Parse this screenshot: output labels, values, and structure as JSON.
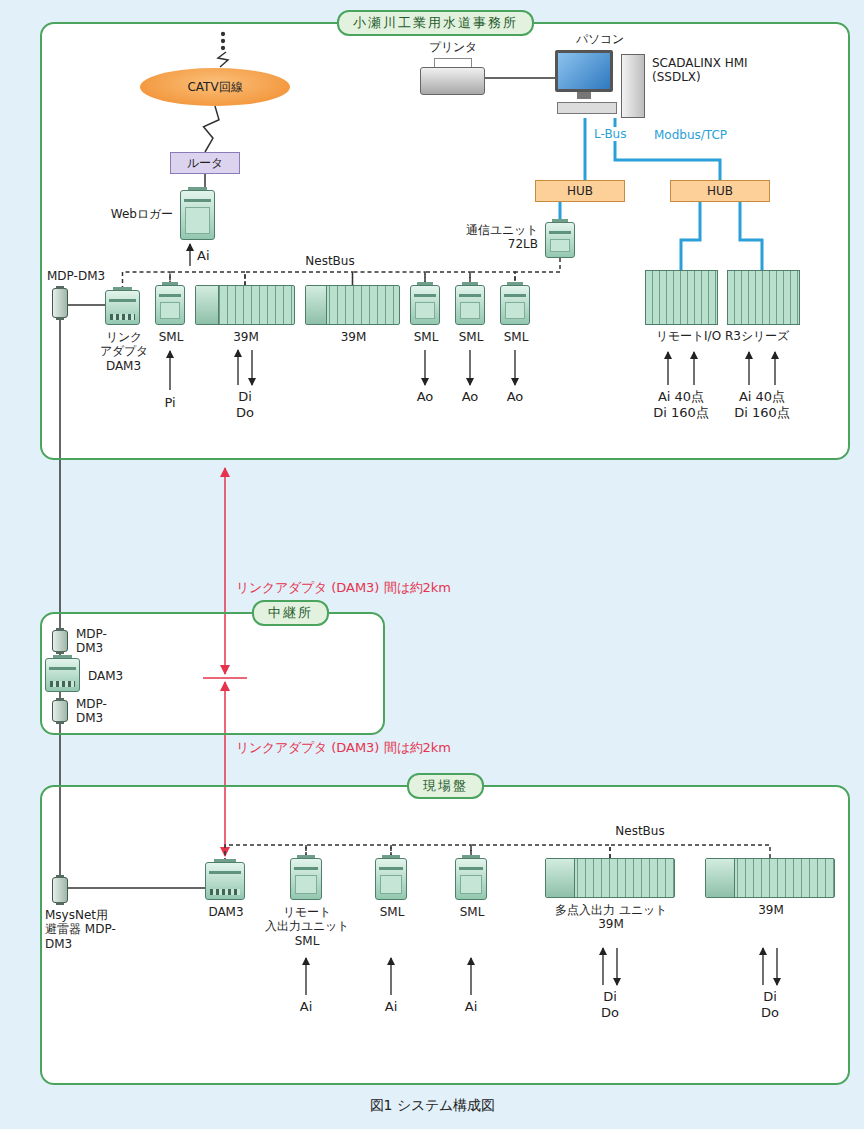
{
  "diagram": {
    "caption": "図1 システム構成図",
    "nodes": [
      {
        "text": [
          "小瀬川工業用水道事務所"
        ]
      },
      {
        "text": [
          "CATV回線"
        ],
        "in": 0
      },
      {
        "text": [
          "ルータ"
        ],
        "in": 0
      },
      {
        "text": [
          "Webロガー"
        ],
        "in": 0
      },
      {
        "text": [
          "プリンタ"
        ],
        "in": 0
      },
      {
        "text": [
          "パソコン",
          "SCADALINX HMI (SSDLX)"
        ],
        "in": 0
      },
      {
        "text": [
          "HUB"
        ],
        "in": 0
      },
      {
        "text": [
          "HUB"
        ],
        "in": 0
      },
      {
        "text": [
          "通信ユニット 72LB"
        ],
        "in": 0
      },
      {
        "text": [
          "MDP-DM3"
        ],
        "in": 0
      },
      {
        "text": [
          "リンク アダプタ DAM3"
        ],
        "in": 0
      },
      {
        "text": [
          "SML"
        ],
        "in": 0
      },
      {
        "text": [
          "39M"
        ],
        "in": 0
      },
      {
        "text": [
          "39M"
        ],
        "in": 0
      },
      {
        "text": [
          "SML"
        ],
        "in": 0
      },
      {
        "text": [
          "SML"
        ],
        "in": 0
      },
      {
        "text": [
          "SML"
        ],
        "in": 0
      },
      {
        "text": [
          "リモートI/O R3シリーズ"
        ],
        "in": 0
      },
      {
        "text": [
          "中継所"
        ]
      },
      {
        "text": [
          "MDP-DM3"
        ],
        "in": 18
      },
      {
        "text": [
          "DAM3"
        ],
        "in": 18
      },
      {
        "text": [
          "MDP-DM3"
        ],
        "in": 18
      },
      {
        "text": [
          "現場盤"
        ]
      },
      {
        "text": [
          "MsysNet用 避雷器 MDP-DM3"
        ],
        "in": 22
      },
      {
        "text": [
          "DAM3"
        ],
        "in": 22
      },
      {
        "text": [
          "リモート 入出力ユニット SML"
        ],
        "in": 22
      },
      {
        "text": [
          "SML"
        ],
        "in": 22
      },
      {
        "text": [
          "SML"
        ],
        "in": 22
      },
      {
        "text": [
          "多点入出力 ユニット 39M"
        ],
        "in": 22
      },
      {
        "text": [
          "39M"
        ],
        "in": 22
      }
    ],
    "edges": [
      {
        "from": 1,
        "to": 2,
        "arrow": "none"
      },
      {
        "from": 2,
        "to": 3,
        "arrow": "none"
      },
      {
        "from": 4,
        "to": 5,
        "arrow": "none"
      },
      {
        "from": 5,
        "to": 6,
        "label": "L-Bus",
        "arrow": "none"
      },
      {
        "from": 5,
        "to": 7,
        "label": "Modbus/TCP",
        "arrow": "none"
      },
      {
        "from": 6,
        "to": 8,
        "arrow": "none"
      },
      {
        "from": 7,
        "to": 17,
        "arrow": "none"
      },
      {
        "from": 7,
        "to": 17,
        "arrow": "none"
      },
      {
        "from": 8,
        "to": 16,
        "arrow": "none"
      },
      {
        "from": 10,
        "to": 11,
        "arrow": "none"
      },
      {
        "from": 11,
        "to": 12,
        "arrow": "none"
      },
      {
        "from": 12,
        "to": 13,
        "arrow": "none"
      },
      {
        "from": 13,
        "to": 14,
        "arrow": "none"
      },
      {
        "from": 14,
        "to": 15,
        "arrow": "none"
      },
      {
        "from": 15,
        "to": 16,
        "arrow": "none"
      },
      {
        "from": 9,
        "to": 10,
        "arrow": "none"
      },
      {
        "from": 9,
        "to": 19,
        "arrow": "none"
      },
      {
        "from": 19,
        "to": 20,
        "arrow": "none"
      },
      {
        "from": 20,
        "to": 21,
        "arrow": "none"
      },
      {
        "from": 21,
        "to": 23,
        "arrow": "none"
      },
      {
        "from": 23,
        "to": 24,
        "arrow": "none"
      },
      {
        "from": 24,
        "to": 25,
        "arrow": "none"
      },
      {
        "from": 25,
        "to": 26,
        "arrow": "none"
      },
      {
        "from": 26,
        "to": 27,
        "arrow": "none"
      },
      {
        "from": 27,
        "to": 28,
        "arrow": "none"
      },
      {
        "from": 28,
        "to": 29,
        "arrow": "none"
      }
    ],
    "labels": [
      "Ai",
      "NestBus",
      "Pi",
      "Di",
      "Do",
      "Ao",
      "Ao",
      "Ao",
      "Ai 40点",
      "Di 160点",
      "Ai 40点",
      "Di 160点",
      "リンクアダプタ (DAM3) 間は約2km",
      "リンクアダプタ (DAM3) 間は約2km",
      "NestBus",
      "Ai",
      "Ai",
      "Ai",
      "Di",
      "Do",
      "Di",
      "Do"
    ]
  }
}
